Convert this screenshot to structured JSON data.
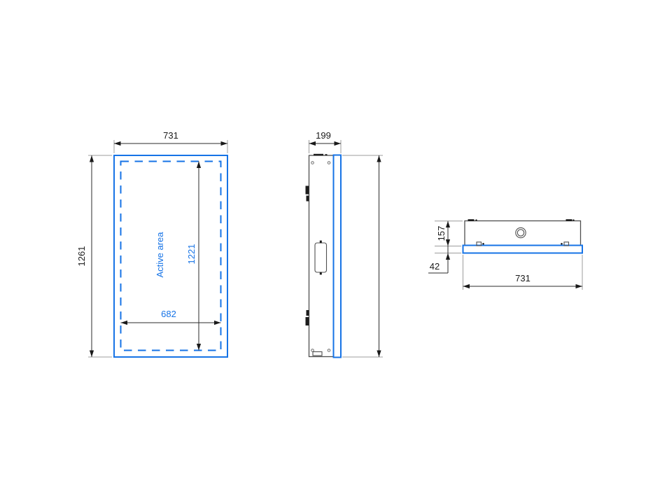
{
  "colors": {
    "accent_blue": "#1673e6",
    "enclosure_outline": "#4f4f4f",
    "dimension_line": "#2b2b2b",
    "extension_line": "#9c9c9c",
    "text": "#1a1a1a",
    "background": "#ffffff"
  },
  "front_view": {
    "overall_width": "731",
    "overall_height": "1261",
    "active_area_label": "Active area",
    "active_area_width": "682",
    "active_area_height": "1221"
  },
  "side_view": {
    "depth": "199"
  },
  "top_view": {
    "enclosure_depth": "157",
    "panel_thickness": "42",
    "overall_width": "731"
  }
}
